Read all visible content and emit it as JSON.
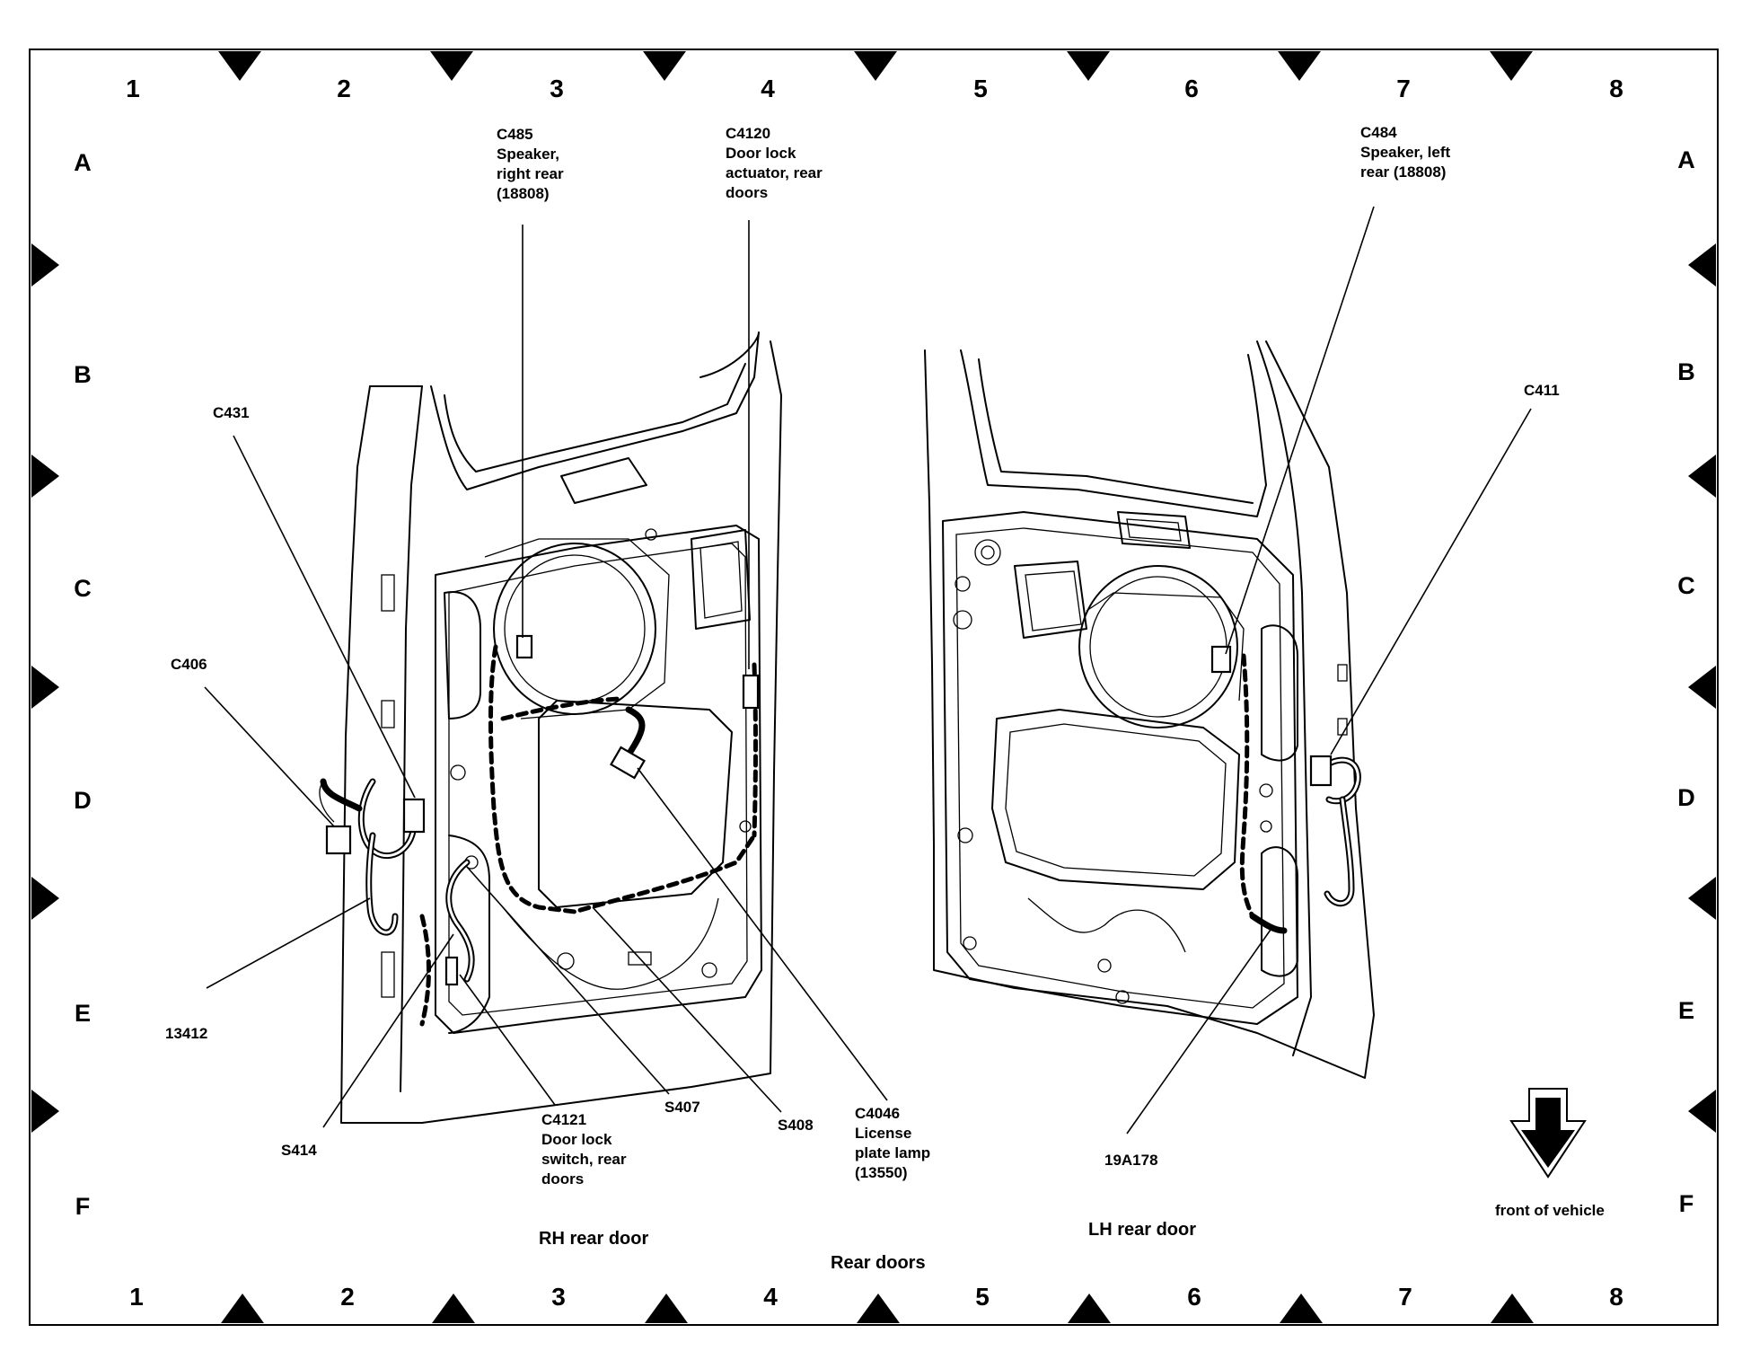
{
  "grid": {
    "columns": [
      "1",
      "2",
      "3",
      "4",
      "5",
      "6",
      "7",
      "8"
    ],
    "rows": [
      "A",
      "B",
      "C",
      "D",
      "E",
      "F"
    ]
  },
  "callouts": [
    {
      "id": "C485",
      "lines": [
        "C485",
        "Speaker,",
        "right rear",
        "(18808)"
      ]
    },
    {
      "id": "C4120",
      "lines": [
        "C4120",
        "Door lock",
        "actuator, rear",
        "doors"
      ]
    },
    {
      "id": "C484",
      "lines": [
        "C484",
        "Speaker, left",
        "rear (18808)"
      ]
    },
    {
      "id": "C431",
      "lines": [
        "C431"
      ]
    },
    {
      "id": "C411",
      "lines": [
        "C411"
      ]
    },
    {
      "id": "C406",
      "lines": [
        "C406"
      ]
    },
    {
      "id": "13412",
      "lines": [
        "13412"
      ]
    },
    {
      "id": "S414",
      "lines": [
        "S414"
      ]
    },
    {
      "id": "C4121",
      "lines": [
        "C4121",
        "Door lock",
        "switch, rear",
        "doors"
      ]
    },
    {
      "id": "S407",
      "lines": [
        "S407"
      ]
    },
    {
      "id": "S408",
      "lines": [
        "S408"
      ]
    },
    {
      "id": "C4046",
      "lines": [
        "C4046",
        "License",
        "plate lamp",
        "(13550)"
      ]
    },
    {
      "id": "19A178",
      "lines": [
        "19A178"
      ]
    }
  ],
  "captions": {
    "rh_door": "RH rear door",
    "lh_door": "LH rear door",
    "main": "Rear doors",
    "front": "front of vehicle"
  },
  "icons": {
    "front_arrow": "down-arrow-icon",
    "grid_marker": "triangle-marker-icon"
  }
}
